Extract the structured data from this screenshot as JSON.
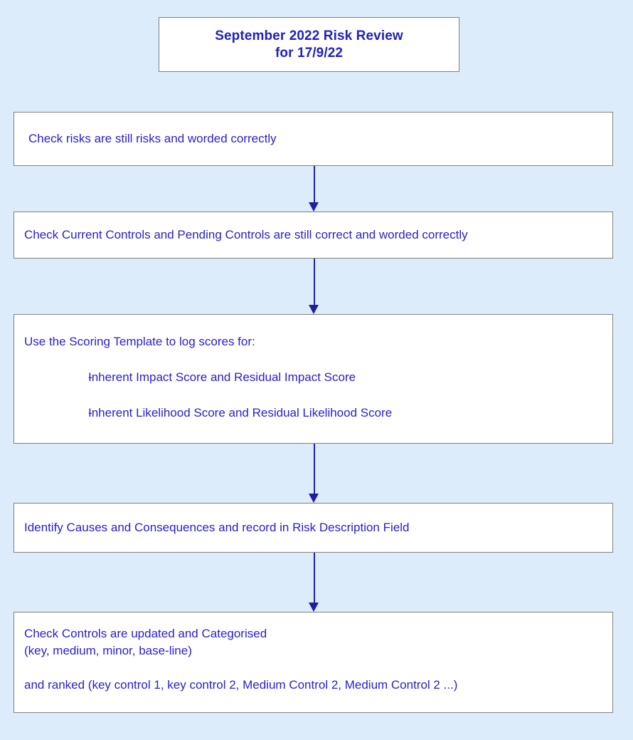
{
  "page": {
    "background_color": "#dcecfa",
    "text_color": "#2a21c8",
    "title_color": "#2222b8",
    "box_fill": "#ffffff",
    "box_border_color": "#808080",
    "arrow_color": "#1f1f9e"
  },
  "title": {
    "line1": "September 2022 Risk Review",
    "line2": "for 17/9/22"
  },
  "steps": [
    {
      "id": "check-risks",
      "text": "Check risks are still risks and worded correctly"
    },
    {
      "id": "check-controls-wording",
      "text": "Check Current Controls and Pending Controls are still correct and worded correctly"
    },
    {
      "id": "scoring-template",
      "heading": "Use the Scoring Template to log scores for:",
      "bullet_marker": "-",
      "bullets": [
        "Inherent Impact Score and Residual Impact Score",
        "Inherent Likelihood Score and Residual Likelihood Score"
      ]
    },
    {
      "id": "causes-consequences",
      "text": "Identify Causes and Consequences and record in Risk Description Field"
    },
    {
      "id": "controls-categorised",
      "line1": "Check Controls are updated and Categorised",
      "line2": "(key, medium, minor, base-line)",
      "line3": " and ranked (key control 1, key control 2, Medium Control 2, Medium Control 2 ...)"
    }
  ],
  "connectors": [
    {
      "id": "arrow-1",
      "from": "check-risks",
      "to": "check-controls-wording"
    },
    {
      "id": "arrow-2",
      "from": "check-controls-wording",
      "to": "scoring-template"
    },
    {
      "id": "arrow-3",
      "from": "scoring-template",
      "to": "causes-consequences"
    },
    {
      "id": "arrow-4",
      "from": "causes-consequences",
      "to": "controls-categorised"
    }
  ]
}
